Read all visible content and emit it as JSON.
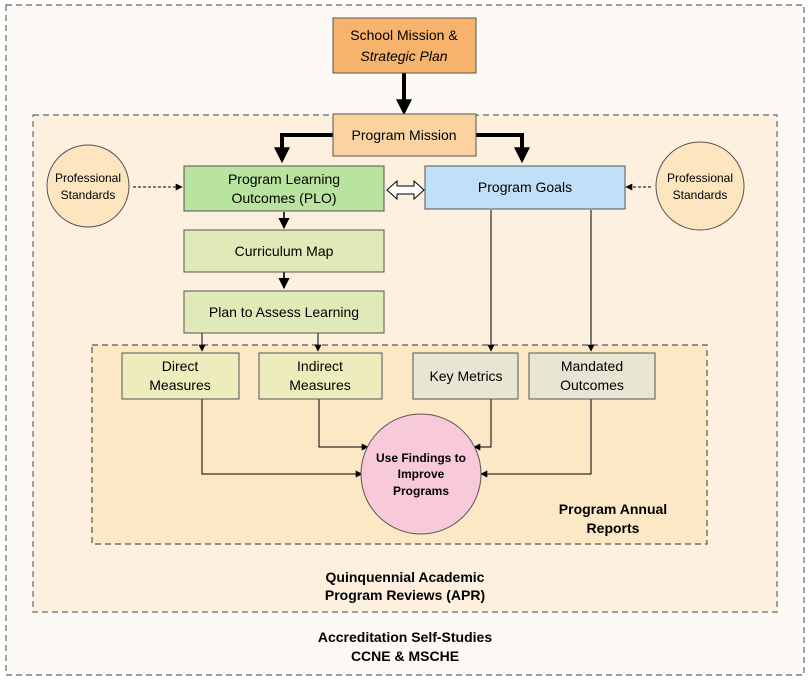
{
  "outer_frame": {
    "label_line1": "Accreditation Self-Studies",
    "label_line2": "CCNE & MSCHE"
  },
  "apr_frame": {
    "label_line1": "Quinquennial Academic",
    "label_line2": "Program Reviews (APR)"
  },
  "annual_frame": {
    "label_line1": "Program Annual",
    "label_line2": "Reports"
  },
  "school_mission": {
    "line1": "School Mission &",
    "line2": "Strategic Plan"
  },
  "program_mission": {
    "label": "Program Mission"
  },
  "plo": {
    "line1": "Program Learning",
    "line2": "Outcomes (PLO)"
  },
  "program_goals": {
    "label": "Program Goals"
  },
  "curriculum_map": {
    "label": "Curriculum Map"
  },
  "plan_assess": {
    "label": "Plan to Assess Learning"
  },
  "direct_measures": {
    "line1": "Direct",
    "line2": "Measures"
  },
  "indirect_measures": {
    "line1": "Indirect",
    "line2": "Measures"
  },
  "key_metrics": {
    "label": "Key Metrics"
  },
  "mandated_outcomes": {
    "line1": "Mandated",
    "line2": "Outcomes"
  },
  "prof_standards_left": {
    "line1": "Professional",
    "line2": "Standards"
  },
  "prof_standards_right": {
    "line1": "Professional",
    "line2": "Standards"
  },
  "use_findings": {
    "line1": "Use Findings  to",
    "line2": "Improve",
    "line3": "Programs"
  },
  "colors": {
    "school_mission_fill": "#f7b36b",
    "program_mission_fill": "#fbd3a1",
    "plo_fill": "#b9e4a0",
    "goals_fill": "#bfe0f7",
    "light_green_fill": "#dfeab8",
    "measures_fill": "#ececbc",
    "metrics_fill": "#e7e6d2",
    "circle_fill": "#f7c9d9",
    "standards_fill": "#fde6bf",
    "apr_fill": "#fef0df",
    "annual_fill": "#fde8c5"
  }
}
